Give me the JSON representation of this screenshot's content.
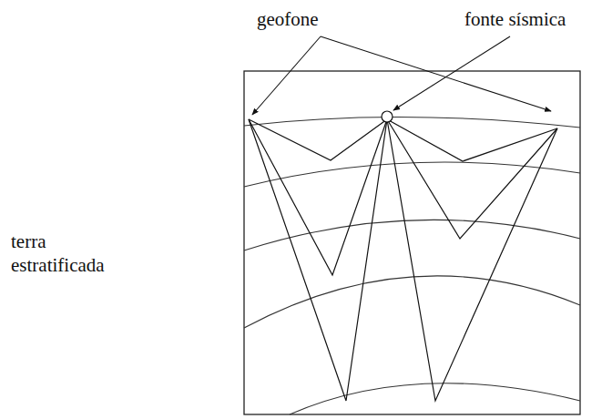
{
  "diagram": {
    "labels": [
      "geofone",
      "fonte sísmica",
      "terra estratificada"
    ]
  }
}
